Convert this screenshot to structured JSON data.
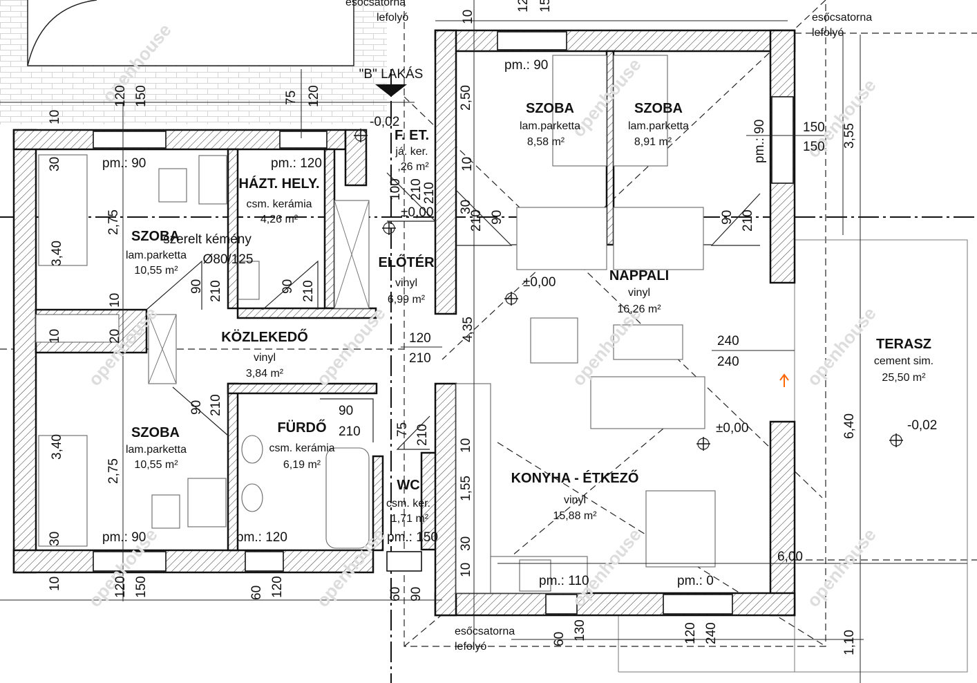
{
  "rooms": {
    "szoba1": {
      "name": "SZOBA",
      "material": "lam.parketta",
      "area": "8,58 m²"
    },
    "szoba2": {
      "name": "SZOBA",
      "material": "lam.parketta",
      "area": "8,91 m²"
    },
    "szoba3": {
      "name": "SZOBA",
      "material": "lam.parketta",
      "area": "10,55 m²"
    },
    "szoba4": {
      "name": "SZOBA",
      "material": "lam.parketta",
      "area": "10,55 m²"
    },
    "hazt": {
      "name": "HÁZT. HELY.",
      "material": "csm. kerámia",
      "area": "4,26 m²"
    },
    "fet": {
      "name": "F. ET.",
      "material": "já. ker.",
      "area": ",26 m²"
    },
    "eloter": {
      "name": "ELŐTÉR",
      "material": "vinyl",
      "area": "6,99 m²"
    },
    "nappali": {
      "name": "NAPPALI",
      "material": "vinyl",
      "area": "16,26 m²"
    },
    "kozlekedo": {
      "name": "KÖZLEKEDŐ",
      "material": "vinyl",
      "area": "3,84 m²"
    },
    "furdo": {
      "name": "FÜRDŐ",
      "material": "csm. kerámia",
      "area": "6,19 m²"
    },
    "wc": {
      "name": "WC",
      "material": "csm. ker.",
      "area": "1,71 m²"
    },
    "konyha": {
      "name": "KONYHA - ÉTKEZŐ",
      "material": "vinyl",
      "area": "15,88 m²"
    },
    "terasz": {
      "name": "TERASZ",
      "material": "cement sim.",
      "area": "25,50 m²"
    }
  },
  "labels": {
    "lakas": "\"B\" LAKÁS",
    "kemeny1": "szerelt kémény",
    "kemeny2": "Ø80/125",
    "gutter1": "esőcsatorna",
    "gutter1b": "lefolyó",
    "gutter2": "esőcsatorna",
    "gutter2b": "lefolyó",
    "gutter3": "esőcsatorna",
    "gutter3b": "lefolyó"
  },
  "levels": {
    "l1": "-0,02",
    "l2": "±0,00",
    "l3": "±0,00",
    "l4": "±0,00",
    "l5": "-0,02"
  },
  "parapets": {
    "p1": "pm.: 90",
    "p2": "pm.: 120",
    "p3": "pm.: 90",
    "p4": "pm.: 90",
    "p5": "pm.: 90",
    "p6": "pm.: 120",
    "p7": "pm.: 150",
    "p8": "pm.: 110",
    "p9": "pm.: 0"
  },
  "dims": {
    "d1": "120",
    "d2": "150",
    "d3": "75",
    "d4": "120",
    "d5": "10",
    "d6": "12",
    "d7": "15",
    "d8": "10",
    "d9": "30",
    "d10": "2,75",
    "d11": "3,40",
    "d12": "10",
    "d13": "20",
    "d14": "10",
    "d15": "3,40",
    "d16": "2,75",
    "d17": "30",
    "d18": "10",
    "d19": "120",
    "d20": "150",
    "d21": "60",
    "d22": "120",
    "d23": "60",
    "d24": "90",
    "d25": "60",
    "d26": "130",
    "d27": "120",
    "d28": "240",
    "d29": "1,10",
    "d30": "6,40",
    "d31": "3,55",
    "d32": "150",
    "d33": "150",
    "d34": "90",
    "d35": "2,50",
    "d36": "10",
    "d37": "210",
    "d38": "100",
    "d39": "4,35",
    "d40": "120",
    "d41": "210",
    "d42": "240",
    "d43": "240",
    "d44": "6,00",
    "d45": "10",
    "d46": "1,55",
    "d47": "30",
    "d48": "10",
    "d49": "90",
    "d50": "210",
    "d51": "90",
    "d52": "210",
    "d53": "90",
    "d54": "210",
    "d55": "90",
    "d56": "210",
    "d57": "75",
    "d58": "210",
    "d59": "90",
    "d60": "210",
    "d61": "30",
    "d62": "90",
    "d63": "210",
    "d64": "210"
  },
  "watermark": "openhouse"
}
